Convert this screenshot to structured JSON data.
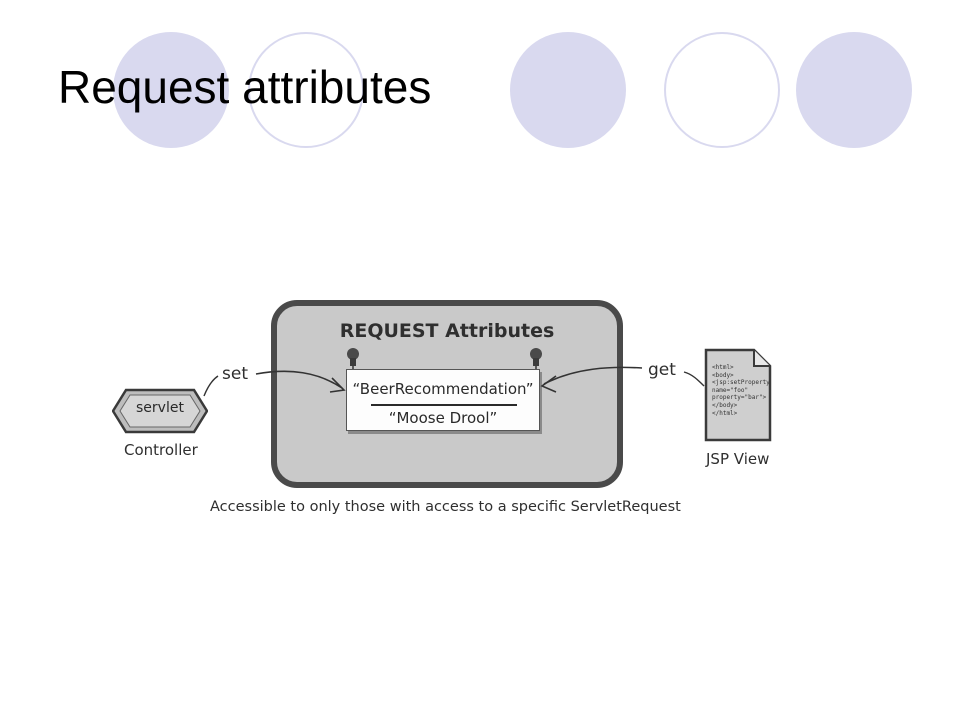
{
  "slide": {
    "title": "Request attributes"
  },
  "diagram": {
    "box_title": "REQUEST Attributes",
    "attribute_name": "“BeerRecommendation”",
    "attribute_value": "“Moose Drool”",
    "set_label": "set",
    "get_label": "get",
    "servlet_label": "servlet",
    "controller_label": "Controller",
    "jsp_label": "JSP View",
    "jsp_code": "<html>\n<body>\n<jsp:setProperty\nname=\"foo\"\nproperty=\"bar\">\n</body>\n</html>",
    "caption": "Accessible to only those with access to a specific ServletRequest"
  },
  "colors": {
    "decor_circle": "#d9d9ef",
    "box_fill": "#c9c9c9",
    "box_border": "#4a4a4a"
  }
}
